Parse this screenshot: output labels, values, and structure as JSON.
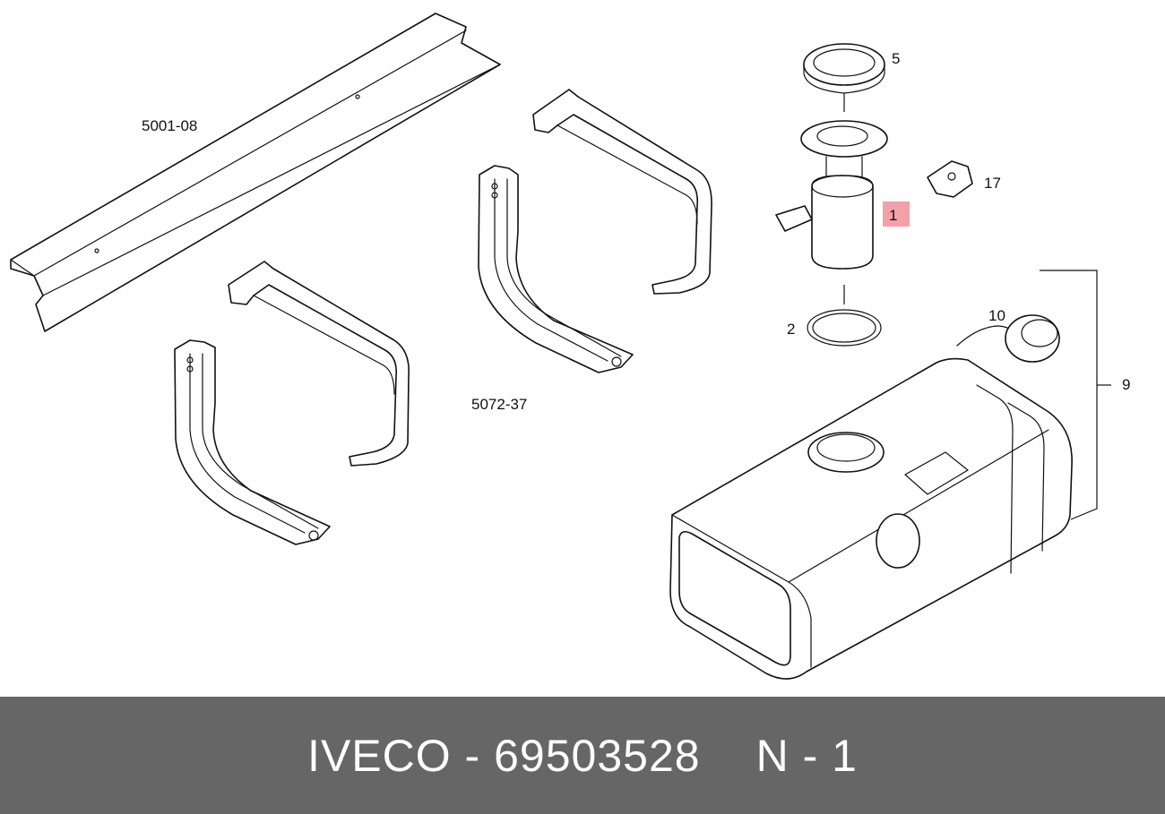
{
  "diagram": {
    "callouts": {
      "frame_ref": "5001-08",
      "bracket_ref": "5072-37",
      "pump": "1",
      "seal": "2",
      "ring": "5",
      "tank": "9",
      "cap": "10",
      "clip": "17"
    }
  },
  "footer": {
    "brand": "IVECO",
    "dash": "-",
    "part_number": "69503528",
    "position_label": "N - 1"
  },
  "colors": {
    "footer_bg": "#666666",
    "footer_text": "#ffffff",
    "highlight": "#f4a0a8",
    "line": "#111111"
  }
}
